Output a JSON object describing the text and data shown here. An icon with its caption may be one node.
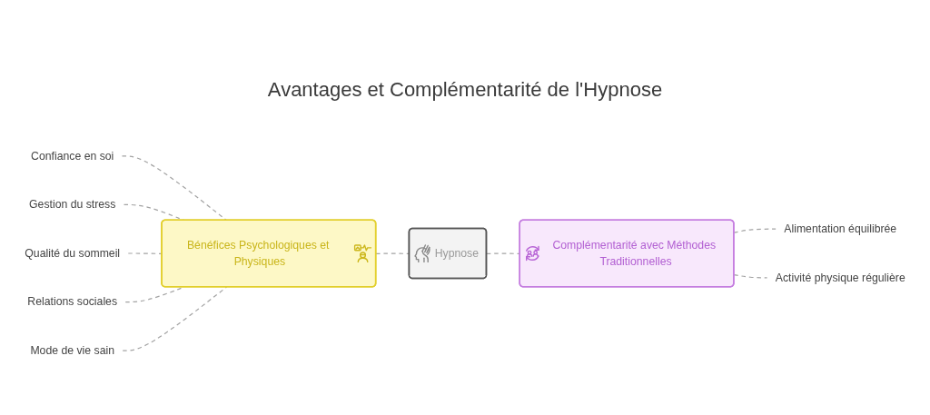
{
  "diagram": {
    "title": "Avantages et Complémentarité de l'Hypnose",
    "nodes": [
      {
        "text": [
          "Bénéfices Psychologiques et Physiques"
        ]
      },
      {
        "text": [
          "Confiance en soi"
        ]
      },
      {
        "text": [
          "Gestion du stress"
        ]
      },
      {
        "text": [
          "Qualité du sommeil"
        ]
      },
      {
        "text": [
          "Relations sociales"
        ]
      },
      {
        "text": [
          "Mode de vie sain"
        ]
      },
      {
        "text": [
          "Hypnose"
        ]
      },
      {
        "text": [
          "Complémentarité avec Méthodes Traditionnelles"
        ]
      },
      {
        "text": [
          "Alimentation équilibrée"
        ]
      },
      {
        "text": [
          "Activité physique régulière"
        ]
      }
    ],
    "edges": [
      {
        "from": 0,
        "to": 6,
        "arrow": "none",
        "style": "dashed"
      },
      {
        "from": 6,
        "to": 7,
        "arrow": "none",
        "style": "dashed"
      },
      {
        "from": 1,
        "to": 0,
        "arrow": "none",
        "style": "dashed"
      },
      {
        "from": 2,
        "to": 0,
        "arrow": "none",
        "style": "dashed"
      },
      {
        "from": 3,
        "to": 0,
        "arrow": "none",
        "style": "dashed"
      },
      {
        "from": 4,
        "to": 0,
        "arrow": "none",
        "style": "dashed"
      },
      {
        "from": 5,
        "to": 0,
        "arrow": "none",
        "style": "dashed"
      },
      {
        "from": 7,
        "to": 8,
        "arrow": "none",
        "style": "dashed"
      },
      {
        "from": 7,
        "to": 9,
        "arrow": "none",
        "style": "dashed"
      }
    ]
  }
}
